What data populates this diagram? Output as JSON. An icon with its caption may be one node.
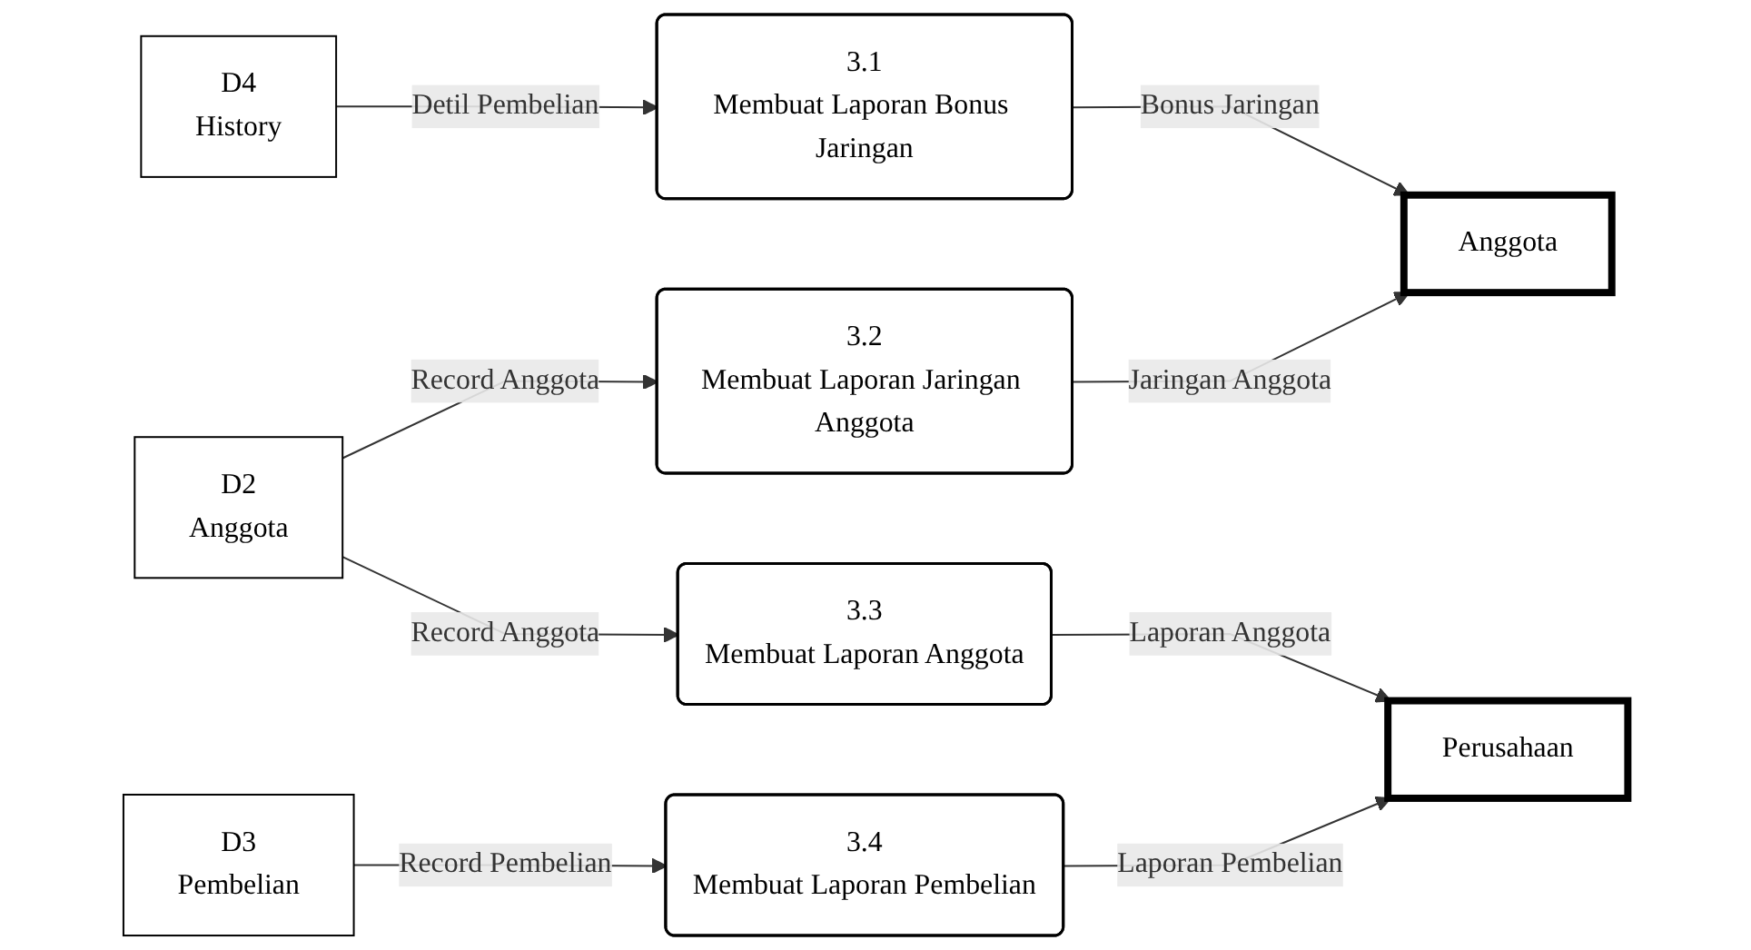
{
  "diagram": {
    "nodes": [
      {
        "text": [
          "D4",
          "History"
        ]
      },
      {
        "text": [
          "3.1",
          "Membuat Laporan Bonus Jaringan"
        ]
      },
      {
        "text": [
          "Anggota"
        ]
      },
      {
        "text": [
          "3.2",
          "Membuat Laporan Jaringan Anggota"
        ]
      },
      {
        "text": [
          "D2",
          "Anggota"
        ]
      },
      {
        "text": [
          "3.3",
          "Membuat Laporan Anggota"
        ]
      },
      {
        "text": [
          "Perusahaan"
        ]
      },
      {
        "text": [
          "D3",
          "Pembelian"
        ]
      },
      {
        "text": [
          "3.4",
          "Membuat Laporan Pembelian"
        ]
      }
    ],
    "edges": [
      {
        "from": 0,
        "to": 1,
        "arrow": "to",
        "label": "Detil Pembelian"
      },
      {
        "from": 1,
        "to": 2,
        "arrow": "to",
        "label": "Bonus Jaringan"
      },
      {
        "from": 4,
        "to": 3,
        "arrow": "to",
        "label": "Record Anggota"
      },
      {
        "from": 3,
        "to": 2,
        "arrow": "to",
        "label": "Jaringan Anggota"
      },
      {
        "from": 4,
        "to": 5,
        "arrow": "to",
        "label": "Record Anggota"
      },
      {
        "from": 5,
        "to": 6,
        "arrow": "to",
        "label": "Laporan Anggota"
      },
      {
        "from": 7,
        "to": 8,
        "arrow": "to",
        "label": "Record Pembelian"
      },
      {
        "from": 8,
        "to": 6,
        "arrow": "to",
        "label": "Laporan Pembelian"
      }
    ]
  }
}
